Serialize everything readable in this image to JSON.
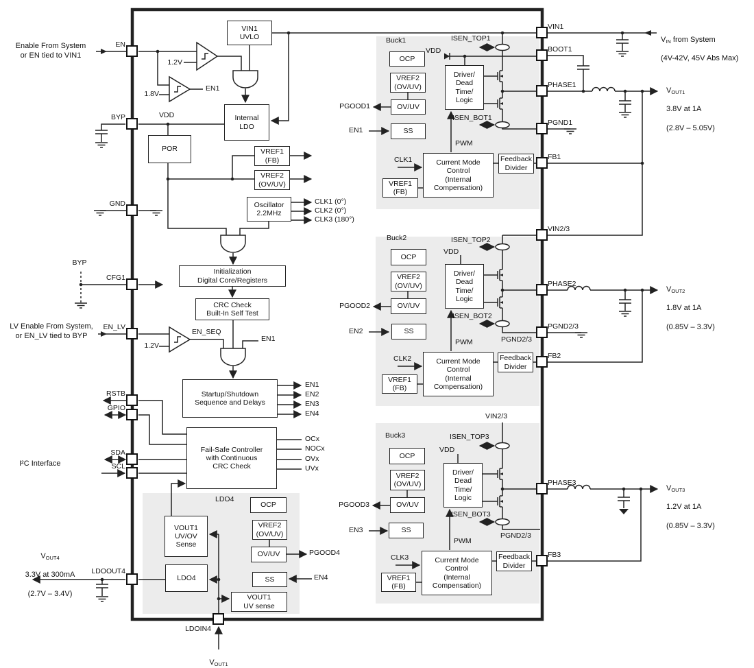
{
  "annotations": {
    "enable_from_system": "Enable From System\nor EN tied to VIN1",
    "lv_enable": "LV Enable From System,\nor EN_LV tied to BYP",
    "i2c": "I²C Interface"
  },
  "outputs": {
    "vin": {
      "v": "V",
      "sub": "IN",
      "rest": " from System",
      "l2": "(4V-42V, 45V Abs Max)"
    },
    "vout1": {
      "v": "V",
      "sub": "OUT1",
      "l1": "3.8V at 1A",
      "l2": "(2.8V – 5.05V)"
    },
    "vout2": {
      "v": "V",
      "sub": "OUT2",
      "l1": "1.8V at 1A",
      "l2": "(0.85V – 3.3V)"
    },
    "vout3": {
      "v": "V",
      "sub": "OUT3",
      "l1": "1.2V at 1A",
      "l2": "(0.85V – 3.3V)"
    },
    "vout4": {
      "v": "V",
      "sub": "OUT4",
      "l1": "3.3V at 300mA",
      "l2": "(2.7V – 3.4V)"
    },
    "vout1_b": {
      "v": "V",
      "sub": "OUT1"
    }
  },
  "pins": {
    "left": [
      "EN",
      "BYP",
      "GND",
      "CFG1",
      "EN_LV",
      "RSTB",
      "GPIO",
      "SDA",
      "SCL",
      "LDOOUT4"
    ],
    "right": [
      "VIN1",
      "BOOT1",
      "PHASE1",
      "PGND1",
      "FB1",
      "VIN2/3",
      "PHASE2",
      "PGND2/3",
      "FB2",
      "PHASE3",
      "FB3"
    ],
    "bottom": [
      "LDOIN4"
    ]
  },
  "core": {
    "vin1_uvlo": "VIN1\nUVLO",
    "internal_ldo": "Internal\nLDO",
    "por": "POR",
    "vref1": "VREF1\n(FB)",
    "vref2": "VREF2\n(OV/UV)",
    "oscillator": "Oscillator\n2.2MHz",
    "init": "Initialization\nDigital Core/Registers",
    "crc": "CRC Check\nBuilt-In Self Test",
    "startup": "Startup/Shutdown\nSequence and Delays",
    "failsafe": "Fail-Safe Controller\nwith Continuous\nCRC Check",
    "ref_1v2_en": "1.2V",
    "ref_1v8": "1.8V",
    "en1_comp_out": "EN1",
    "vdd": "VDD",
    "byp_tie": "BYP",
    "ref_1v2_enlv": "1.2V",
    "en_seq": "EN_SEQ",
    "en1_gate_in": "EN1",
    "clk_outs": [
      "CLK1 (0°)",
      "CLK2 (0°)",
      "CLK3 (180°)"
    ],
    "en_outs": [
      "EN1",
      "EN2",
      "EN3",
      "EN4"
    ],
    "fault_outs": [
      "OCx",
      "NOCx",
      "OVx",
      "UVx"
    ]
  },
  "buck1": {
    "title": "Buck1",
    "ocp": "OCP",
    "vref2": "VREF2\n(OV/UV)",
    "ovuv": "OV/UV",
    "ss": "SS",
    "driver": "Driver/\nDead\nTime/\nLogic",
    "cmc": "Current Mode\nControl\n(Internal\nCompensation)",
    "vref1": "VREF1\n(FB)",
    "fbdiv": "Feedback\nDivider",
    "isen_top": "ISEN_TOP1",
    "isen_bot": "ISEN_BOT1",
    "vdd": "VDD",
    "pwm": "PWM",
    "clk": "CLK1",
    "pgood": "PGOOD1",
    "en": "EN1"
  },
  "buck2": {
    "title": "Buck2",
    "ocp": "OCP",
    "vref2": "VREF2\n(OV/UV)",
    "ovuv": "OV/UV",
    "ss": "SS",
    "driver": "Driver/\nDead\nTime/\nLogic",
    "cmc": "Current Mode\nControl\n(Internal\nCompensation)",
    "vref1": "VREF1\n(FB)",
    "fbdiv": "Feedback\nDivider",
    "isen_top": "ISEN_TOP2",
    "isen_bot": "ISEN_BOT2",
    "vdd": "VDD",
    "pwm": "PWM",
    "clk": "CLK2",
    "pgood": "PGOOD2",
    "en": "EN2",
    "pgnd": "PGND2/3"
  },
  "buck3": {
    "title": "Buck3",
    "ocp": "OCP",
    "vref2": "VREF2\n(OV/UV)",
    "ovuv": "OV/UV",
    "ss": "SS",
    "driver": "Driver/\nDead\nTime/\nLogic",
    "cmc": "Current Mode\nControl\n(Internal\nCompensation)",
    "vref1": "VREF1\n(FB)",
    "fbdiv": "Feedback\nDivider",
    "isen_top": "ISEN_TOP3",
    "isen_bot": "ISEN_BOT3",
    "vdd": "VDD",
    "pwm": "PWM",
    "clk": "CLK3",
    "pgood": "PGOOD3",
    "en": "EN3",
    "vin": "VIN2/3",
    "pgnd": "PGND2/3"
  },
  "ldo4": {
    "title": "LDO4",
    "ocp": "OCP",
    "vref2": "VREF2\n(OV/UV)",
    "ovuv": "OV/UV",
    "ss": "SS",
    "uvov_sense": "VOUT1\nUV/OV\nSense",
    "ldo": "LDO4",
    "uv_sense": "VOUT1\nUV sense",
    "pgood4": "PGOOD4",
    "en4": "EN4"
  }
}
